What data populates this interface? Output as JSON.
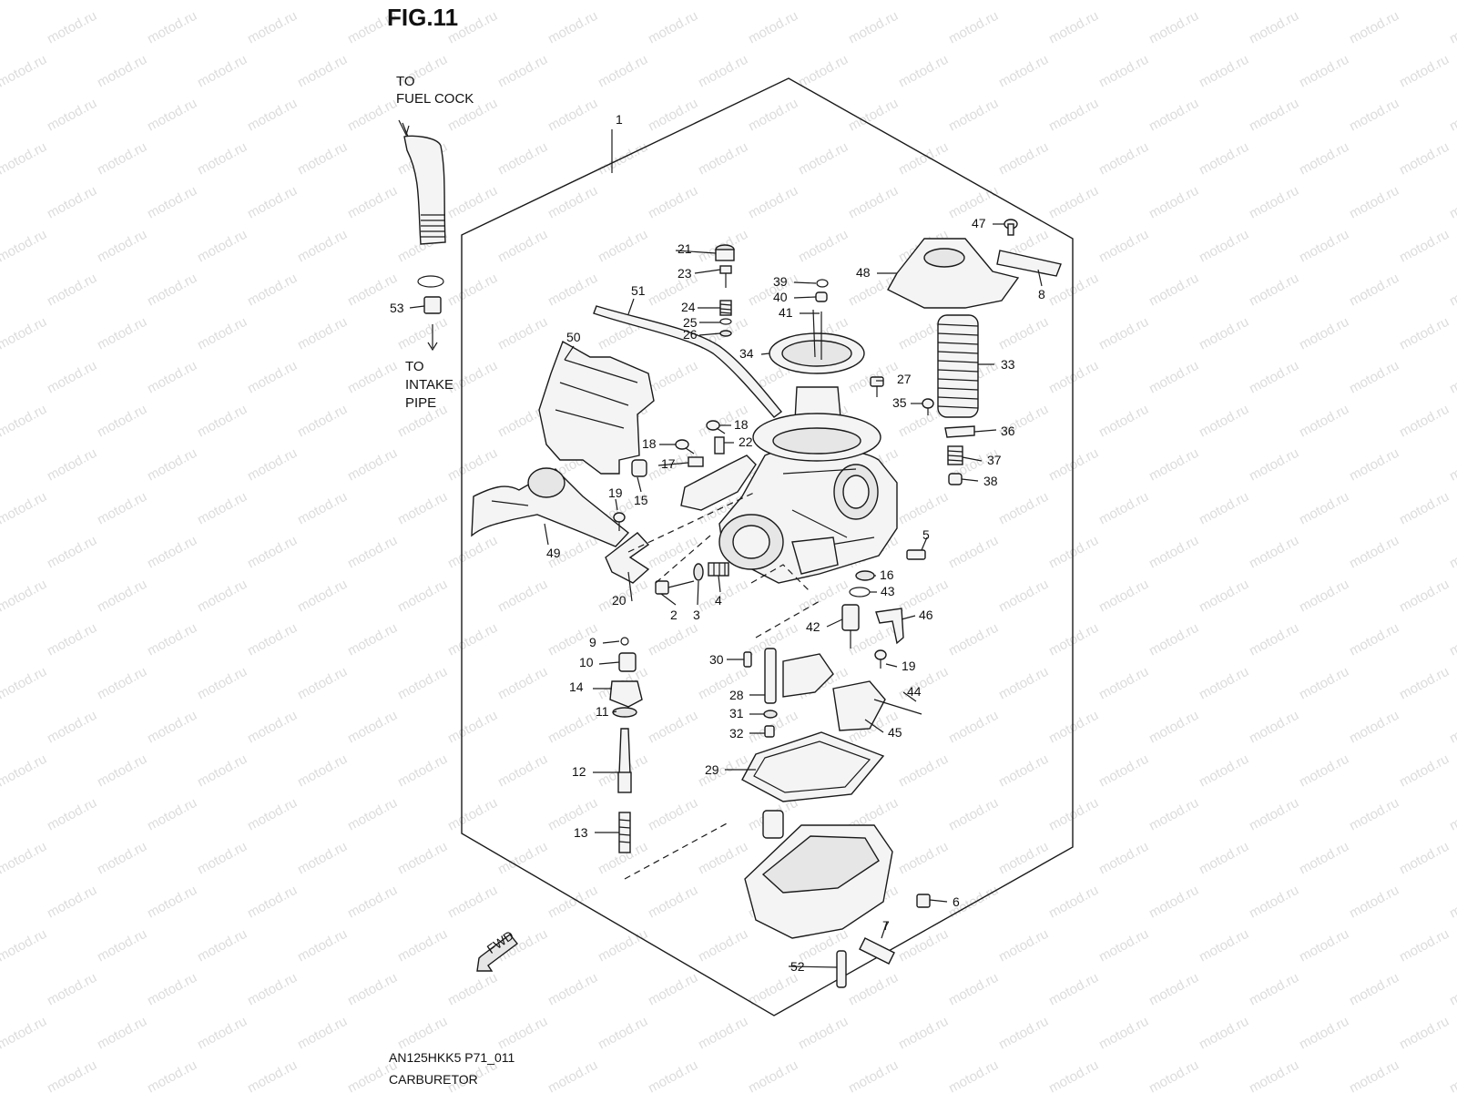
{
  "figure": {
    "title": "FIG.11",
    "code": "AN125HKK5 P71_011",
    "name": "CARBURETOR"
  },
  "watermark": "motod.ru",
  "notes": {
    "to_fuel_cock": [
      "TO",
      "FUEL COCK"
    ],
    "to_intake_pipe": [
      "TO",
      "INTAKE",
      "PIPE"
    ]
  },
  "fwd_arrow": "FWD",
  "callouts": {
    "c1": "1",
    "c2": "2",
    "c3": "3",
    "c4": "4",
    "c5": "5",
    "c6": "6",
    "c7": "7",
    "c8": "8",
    "c9": "9",
    "c10": "10",
    "c11": "11",
    "c12": "12",
    "c13": "13",
    "c14": "14",
    "c15": "15",
    "c16": "16",
    "c17": "17",
    "c18a": "18",
    "c18b": "18",
    "c19a": "19",
    "c19b": "19",
    "c20": "20",
    "c21": "21",
    "c22": "22",
    "c23": "23",
    "c24": "24",
    "c25": "25",
    "c26": "26",
    "c27": "27",
    "c28": "28",
    "c29": "29",
    "c30": "30",
    "c31": "31",
    "c32": "32",
    "c33": "33",
    "c34": "34",
    "c35": "35",
    "c36": "36",
    "c37": "37",
    "c38": "38",
    "c39": "39",
    "c40": "40",
    "c41": "41",
    "c42": "42",
    "c43": "43",
    "c44": "44",
    "c45": "45",
    "c46": "46",
    "c47": "47",
    "c48": "48",
    "c49": "49",
    "c50": "50",
    "c51": "51",
    "c52": "52",
    "c53": "53"
  }
}
